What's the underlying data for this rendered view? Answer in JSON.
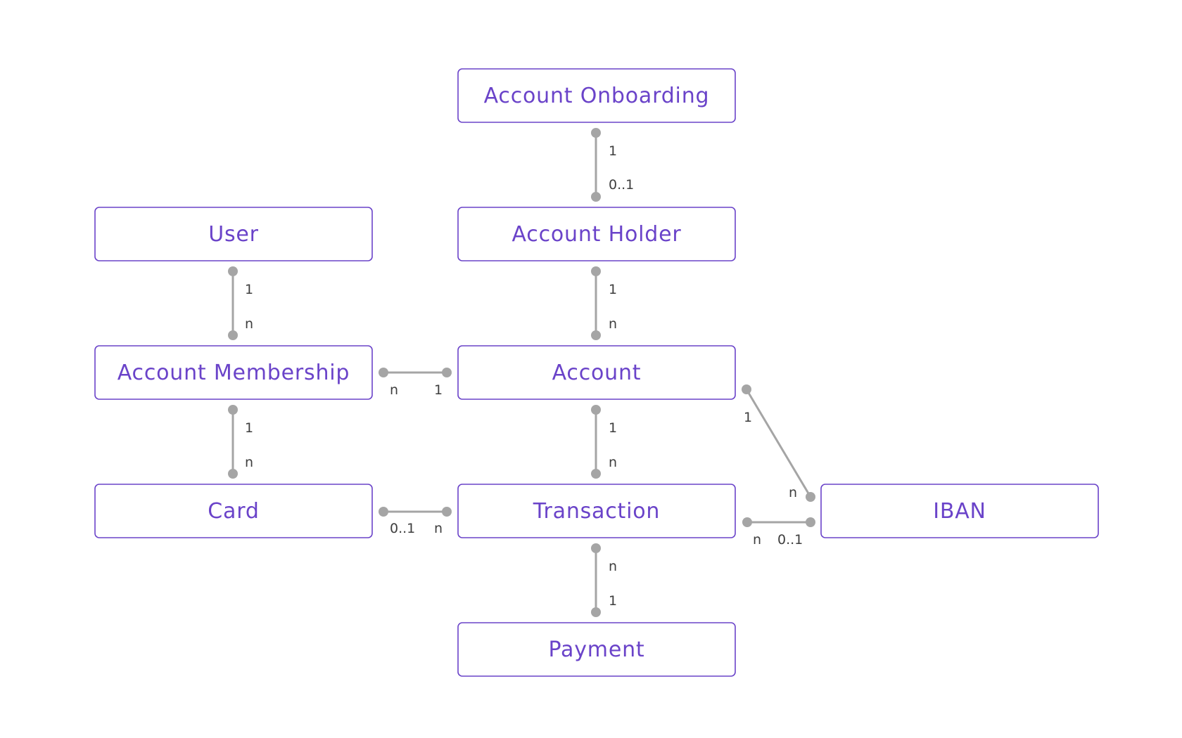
{
  "colors": {
    "entity_border": "#6a43c9",
    "entity_text": "#6a43c9",
    "connector": "#a5a5a5",
    "cardinality_text": "#3e3e3e",
    "background": "#ffffff"
  },
  "entities": {
    "account_onboarding": "Account Onboarding",
    "account_holder": "Account Holder",
    "user": "User",
    "account_membership": "Account Membership",
    "account": "Account",
    "card": "Card",
    "transaction": "Transaction",
    "iban": "IBAN",
    "payment": "Payment"
  },
  "relationships": [
    {
      "from": "Account Onboarding",
      "to": "Account Holder",
      "from_cardinality": "1",
      "to_cardinality": "0..1"
    },
    {
      "from": "User",
      "to": "Account Membership",
      "from_cardinality": "1",
      "to_cardinality": "n"
    },
    {
      "from": "Account Holder",
      "to": "Account",
      "from_cardinality": "1",
      "to_cardinality": "n"
    },
    {
      "from": "Account Membership",
      "to": "Account",
      "from_cardinality": "n",
      "to_cardinality": "1"
    },
    {
      "from": "Account Membership",
      "to": "Card",
      "from_cardinality": "1",
      "to_cardinality": "n"
    },
    {
      "from": "Account",
      "to": "Transaction",
      "from_cardinality": "1",
      "to_cardinality": "n"
    },
    {
      "from": "Account",
      "to": "IBAN",
      "from_cardinality": "1",
      "to_cardinality": "n"
    },
    {
      "from": "Card",
      "to": "Transaction",
      "from_cardinality": "0..1",
      "to_cardinality": "n"
    },
    {
      "from": "Transaction",
      "to": "IBAN",
      "from_cardinality": "n",
      "to_cardinality": "0..1"
    },
    {
      "from": "Transaction",
      "to": "Payment",
      "from_cardinality": "n",
      "to_cardinality": "1"
    }
  ]
}
